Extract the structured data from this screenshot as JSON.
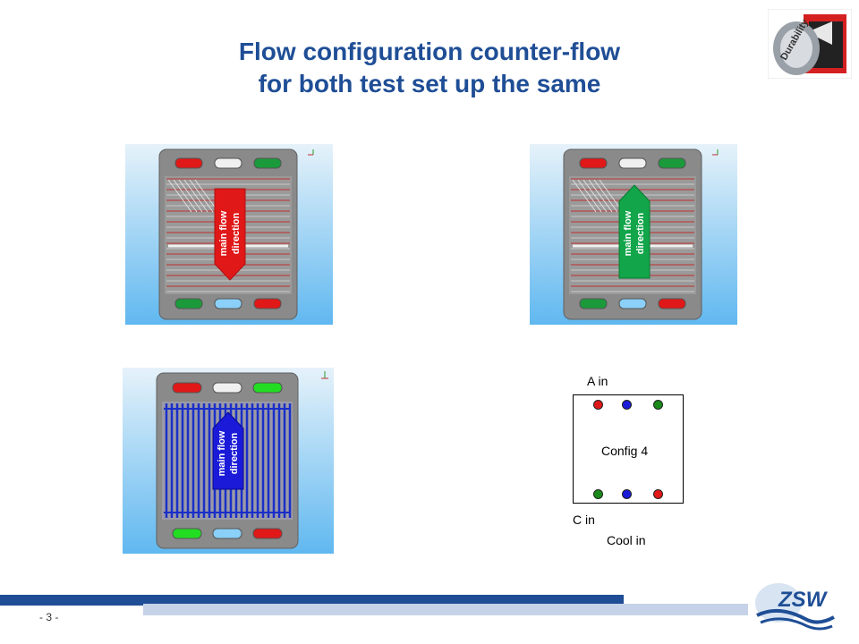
{
  "slide": {
    "title_line1": "Flow configuration counter-flow",
    "title_line2": "for both test set up the same",
    "page_number": "- 3 -"
  },
  "plates": [
    {
      "label_line1": "main flow",
      "label_line2": "direction",
      "arrow_color": "#e01818",
      "arrow_direction": "down",
      "channel_color": "#c03030"
    },
    {
      "label_line1": "main flow",
      "label_line2": "direction",
      "arrow_color": "#12a54a",
      "arrow_direction": "up",
      "channel_color": "#c03030"
    },
    {
      "label_line1": "main flow",
      "label_line2": "direction",
      "arrow_color": "#1a1ad8",
      "arrow_direction": "up",
      "channel_color": "#1a2fc8"
    }
  ],
  "config": {
    "label_a_in": "A in",
    "label_center": "Config 4",
    "label_c_in": "C in",
    "label_cool_in": "Cool in",
    "top_dots": [
      "#e01818",
      "#1a1ad8",
      "#1a8a1a"
    ],
    "bottom_dots": [
      "#1a8a1a",
      "#1a1ad8",
      "#e01818"
    ]
  },
  "colors": {
    "title": "#1f4e96",
    "footer_dark": "#1f4e96",
    "footer_light": "#c5d2e8"
  },
  "logos": {
    "durability_text": "Durability",
    "zsw_text": "ZSW"
  }
}
